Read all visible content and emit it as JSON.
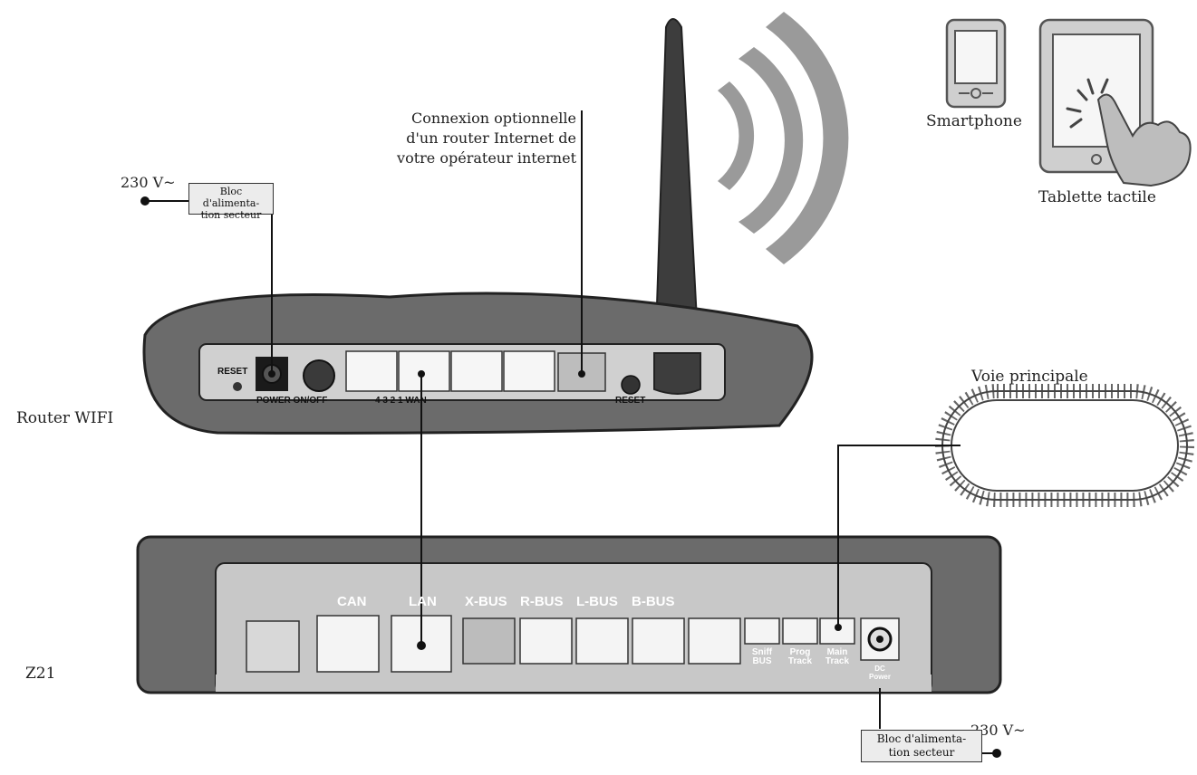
{
  "labels": {
    "voltage_top": "230 V~",
    "voltage_bottom": "230 V~",
    "psu_top": [
      "Bloc d'alimenta-",
      "tion secteur"
    ],
    "psu_bottom": [
      "Bloc d'alimenta-",
      "tion secteur"
    ],
    "internet_callout": [
      "Connexion optionnelle",
      "d'un router Internet de",
      "votre opérateur internet"
    ],
    "smartphone": "Smartphone",
    "tablet": "Tablette tactile",
    "router": "Router WIFI",
    "z21": "Z21",
    "track": "Voie principale"
  },
  "router": {
    "reset_left": "RESET",
    "power": "POWER ON/OFF",
    "ports": "4 3 2 1 WAN",
    "reset_right": "RESET"
  },
  "z21": {
    "ports": [
      "CAN",
      "LAN",
      "X-BUS",
      "R-BUS",
      "L-BUS",
      "B-BUS"
    ],
    "sniff": [
      "Sniff",
      "BUS"
    ],
    "prog": [
      "Prog",
      "Track"
    ],
    "main": [
      "Main",
      "Track"
    ],
    "dc": [
      "DC",
      "Power"
    ]
  }
}
